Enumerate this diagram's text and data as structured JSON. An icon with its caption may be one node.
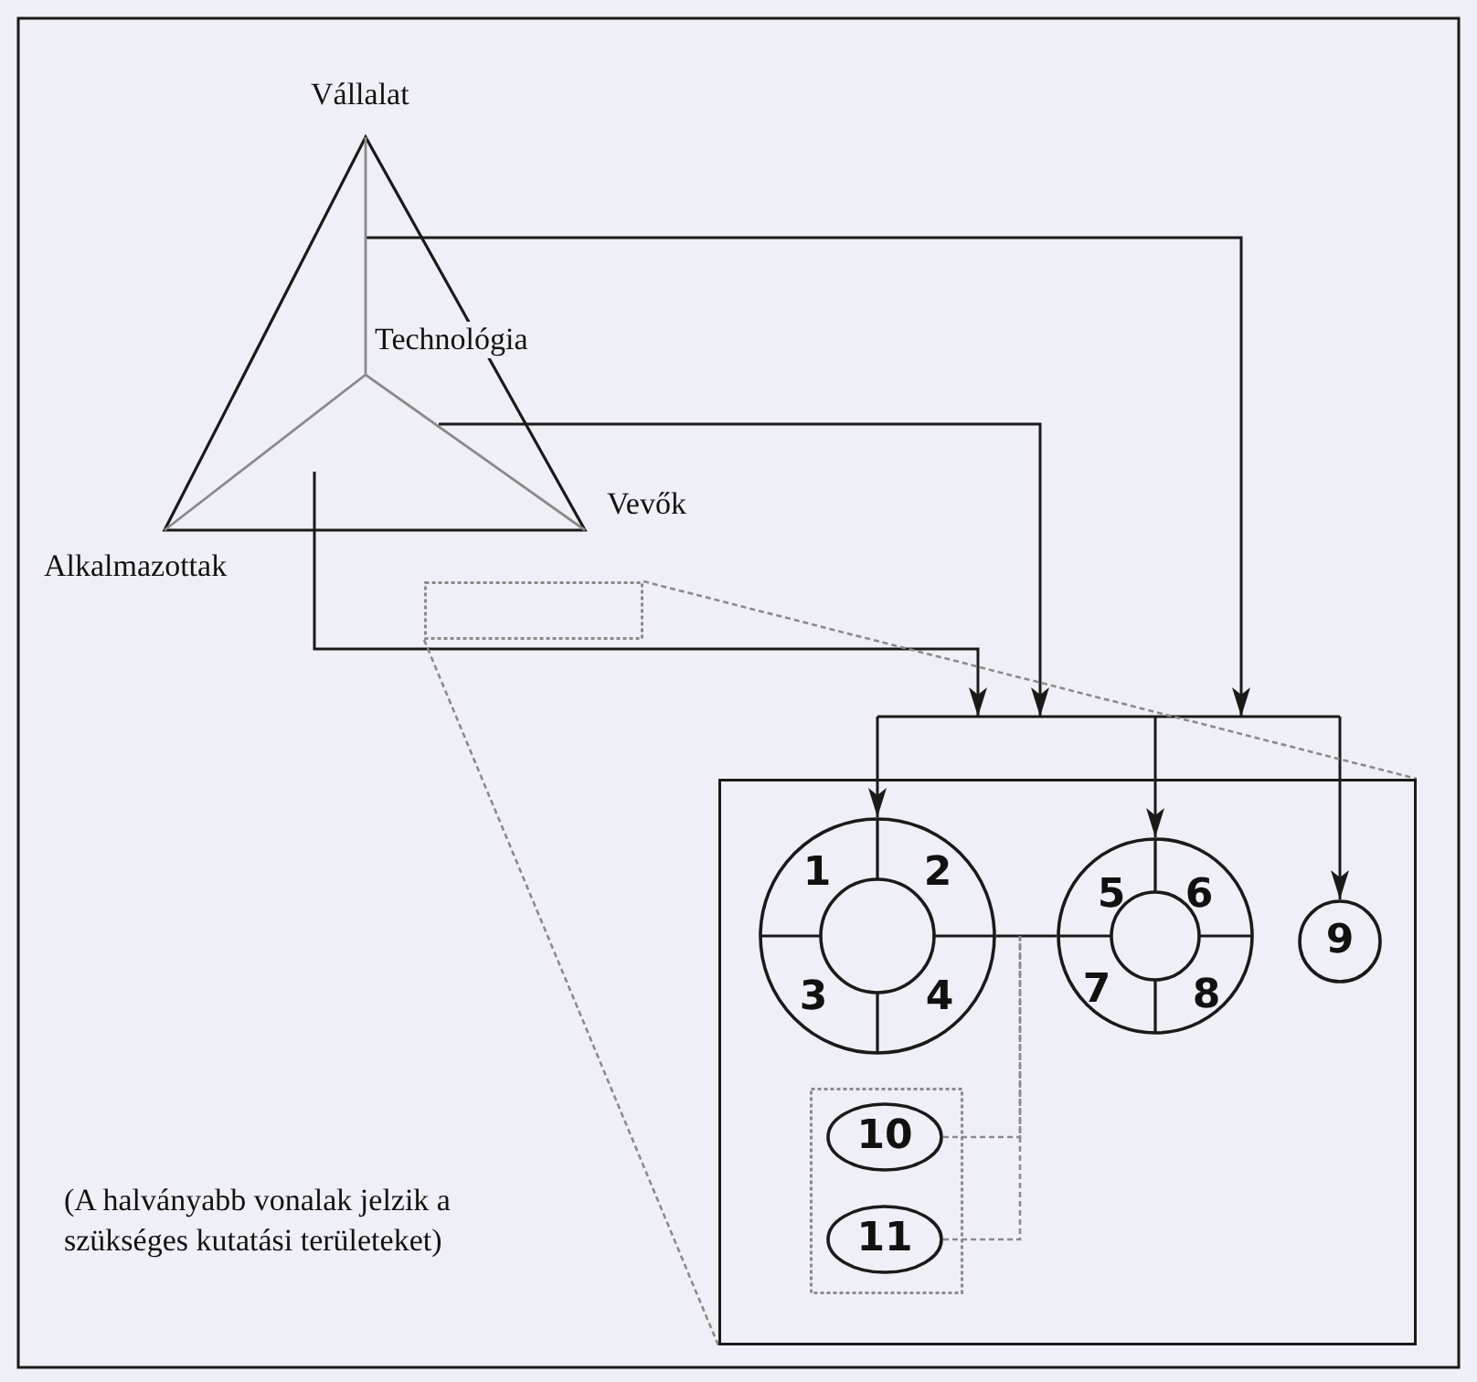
{
  "diagram": {
    "nodes": [
      {
        "text": [
          "Vállalat",
          "Technológia",
          "Vevők",
          "Alkalmazottak"
        ]
      },
      {
        "text": [],
        "shape": "box"
      },
      {
        "text": [],
        "shape": "box"
      },
      {
        "text": [
          "1",
          "2",
          "3",
          "4"
        ],
        "in": 2
      },
      {
        "text": [
          "5",
          "6",
          "7",
          "8"
        ],
        "in": 2
      },
      {
        "text": [
          "9"
        ],
        "in": 2
      },
      {
        "text": [],
        "shape": "box",
        "in": 2
      },
      {
        "text": [
          "10"
        ],
        "in": 6
      },
      {
        "text": [
          "11"
        ],
        "in": 6
      }
    ],
    "edges": [
      {
        "from": 0,
        "to": 3,
        "arrow": "to"
      },
      {
        "from": 0,
        "to": 4,
        "arrow": "to"
      },
      {
        "from": 0,
        "to": 5,
        "arrow": "to"
      },
      {
        "from": 3,
        "to": 4,
        "arrow": "none"
      },
      {
        "from": 1,
        "to": 2,
        "arrow": "none",
        "style": "dashed",
        "color": "#8a8a8a"
      },
      {
        "from": 1,
        "to": 2,
        "arrow": "none",
        "style": "dashed",
        "color": "#8a8a8a"
      },
      {
        "from": 7,
        "to": null,
        "arrow": "none",
        "style": "dashed",
        "color": "#8a8a8a"
      },
      {
        "from": 8,
        "to": null,
        "arrow": "none",
        "style": "dashed",
        "color": "#8a8a8a"
      }
    ],
    "labels": [
      "(A halványabb vonalak jelzik a szükséges kutatási területeket)"
    ]
  }
}
